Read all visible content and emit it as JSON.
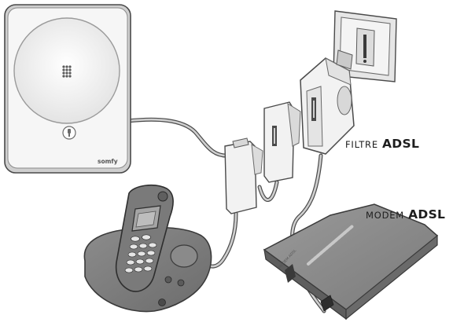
{
  "hub": {
    "brand": "somfy"
  },
  "labels": {
    "filter": {
      "prefix": "FILTRE",
      "name": "ADSL"
    },
    "modem": {
      "prefix": "MODEM",
      "name": "ADSL"
    }
  },
  "modem": {
    "front_text": "MODEM ADSL"
  },
  "colors": {
    "outline": "#4a4a4a",
    "hub_body": "#f4f4f4",
    "wall_plate": "#ececec",
    "filter_body": "#f1f1f1",
    "phone": "#7e7e7e",
    "phone_dark": "#555555",
    "modem": "#8a8a8a",
    "cable": "#bdbdbd"
  }
}
